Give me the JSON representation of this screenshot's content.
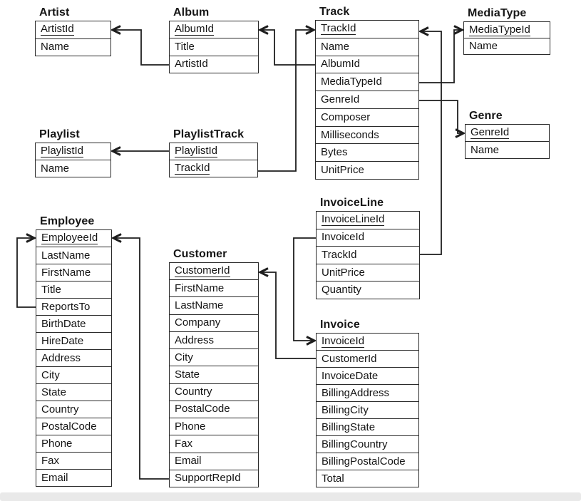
{
  "diagram": {
    "type": "er-schema",
    "tables": [
      {
        "name": "Artist",
        "fields": [
          {
            "label": "ArtistId",
            "pk": true
          },
          {
            "label": "Name",
            "pk": false
          }
        ]
      },
      {
        "name": "Album",
        "fields": [
          {
            "label": "AlbumId",
            "pk": true
          },
          {
            "label": "Title",
            "pk": false
          },
          {
            "label": "ArtistId",
            "pk": false
          }
        ]
      },
      {
        "name": "Track",
        "fields": [
          {
            "label": "TrackId",
            "pk": true
          },
          {
            "label": "Name",
            "pk": false
          },
          {
            "label": "AlbumId",
            "pk": false
          },
          {
            "label": "MediaTypeId",
            "pk": false
          },
          {
            "label": "GenreId",
            "pk": false
          },
          {
            "label": "Composer",
            "pk": false
          },
          {
            "label": "Milliseconds",
            "pk": false
          },
          {
            "label": "Bytes",
            "pk": false
          },
          {
            "label": "UnitPrice",
            "pk": false
          }
        ]
      },
      {
        "name": "MediaType",
        "fields": [
          {
            "label": "MediaTypeId",
            "pk": true
          },
          {
            "label": "Name",
            "pk": false
          }
        ]
      },
      {
        "name": "Genre",
        "fields": [
          {
            "label": "GenreId",
            "pk": true
          },
          {
            "label": "Name",
            "pk": false
          }
        ]
      },
      {
        "name": "Playlist",
        "fields": [
          {
            "label": "PlaylistId",
            "pk": true
          },
          {
            "label": "Name",
            "pk": false
          }
        ]
      },
      {
        "name": "PlaylistTrack",
        "fields": [
          {
            "label": "PlaylistId",
            "pk": true
          },
          {
            "label": "TrackId",
            "pk": true
          }
        ]
      },
      {
        "name": "InvoiceLine",
        "fields": [
          {
            "label": "InvoiceLineId",
            "pk": true
          },
          {
            "label": "InvoiceId",
            "pk": false
          },
          {
            "label": "TrackId",
            "pk": false
          },
          {
            "label": "UnitPrice",
            "pk": false
          },
          {
            "label": "Quantity",
            "pk": false
          }
        ]
      },
      {
        "name": "Invoice",
        "fields": [
          {
            "label": "InvoiceId",
            "pk": true
          },
          {
            "label": "CustomerId",
            "pk": false
          },
          {
            "label": "InvoiceDate",
            "pk": false
          },
          {
            "label": "BillingAddress",
            "pk": false
          },
          {
            "label": "BillingCity",
            "pk": false
          },
          {
            "label": "BillingState",
            "pk": false
          },
          {
            "label": "BillingCountry",
            "pk": false
          },
          {
            "label": "BillingPostalCode",
            "pk": false
          },
          {
            "label": "Total",
            "pk": false
          }
        ]
      },
      {
        "name": "Employee",
        "fields": [
          {
            "label": "EmployeeId",
            "pk": true
          },
          {
            "label": "LastName",
            "pk": false
          },
          {
            "label": "FirstName",
            "pk": false
          },
          {
            "label": "Title",
            "pk": false
          },
          {
            "label": "ReportsTo",
            "pk": false
          },
          {
            "label": "BirthDate",
            "pk": false
          },
          {
            "label": "HireDate",
            "pk": false
          },
          {
            "label": "Address",
            "pk": false
          },
          {
            "label": "City",
            "pk": false
          },
          {
            "label": "State",
            "pk": false
          },
          {
            "label": "Country",
            "pk": false
          },
          {
            "label": "PostalCode",
            "pk": false
          },
          {
            "label": "Phone",
            "pk": false
          },
          {
            "label": "Fax",
            "pk": false
          },
          {
            "label": "Email",
            "pk": false
          }
        ]
      },
      {
        "name": "Customer",
        "fields": [
          {
            "label": "CustomerId",
            "pk": true
          },
          {
            "label": "FirstName",
            "pk": false
          },
          {
            "label": "LastName",
            "pk": false
          },
          {
            "label": "Company",
            "pk": false
          },
          {
            "label": "Address",
            "pk": false
          },
          {
            "label": "City",
            "pk": false
          },
          {
            "label": "State",
            "pk": false
          },
          {
            "label": "Country",
            "pk": false
          },
          {
            "label": "PostalCode",
            "pk": false
          },
          {
            "label": "Phone",
            "pk": false
          },
          {
            "label": "Fax",
            "pk": false
          },
          {
            "label": "Email",
            "pk": false
          },
          {
            "label": "SupportRepId",
            "pk": false
          }
        ]
      }
    ],
    "relationships": [
      {
        "from": "Album.ArtistId",
        "to": "Artist.ArtistId"
      },
      {
        "from": "Track.AlbumId",
        "to": "Album.AlbumId"
      },
      {
        "from": "PlaylistTrack.PlaylistId",
        "to": "Playlist.PlaylistId"
      },
      {
        "from": "PlaylistTrack.TrackId",
        "to": "Track.TrackId"
      },
      {
        "from": "Track.MediaTypeId",
        "to": "MediaType.MediaTypeId"
      },
      {
        "from": "Track.GenreId",
        "to": "Genre.GenreId"
      },
      {
        "from": "InvoiceLine.TrackId",
        "to": "Track.TrackId"
      },
      {
        "from": "InvoiceLine.InvoiceId",
        "to": "Invoice.InvoiceId"
      },
      {
        "from": "Invoice.CustomerId",
        "to": "Customer.CustomerId"
      },
      {
        "from": "Customer.SupportRepId",
        "to": "Employee.EmployeeId"
      },
      {
        "from": "Employee.ReportsTo",
        "to": "Employee.EmployeeId"
      }
    ]
  },
  "colors": {
    "background": "#ffffff",
    "line": "#1d1d1d",
    "border": "#2a2a2a",
    "text": "#141414",
    "bottom_bar": "#e9e9e9"
  }
}
